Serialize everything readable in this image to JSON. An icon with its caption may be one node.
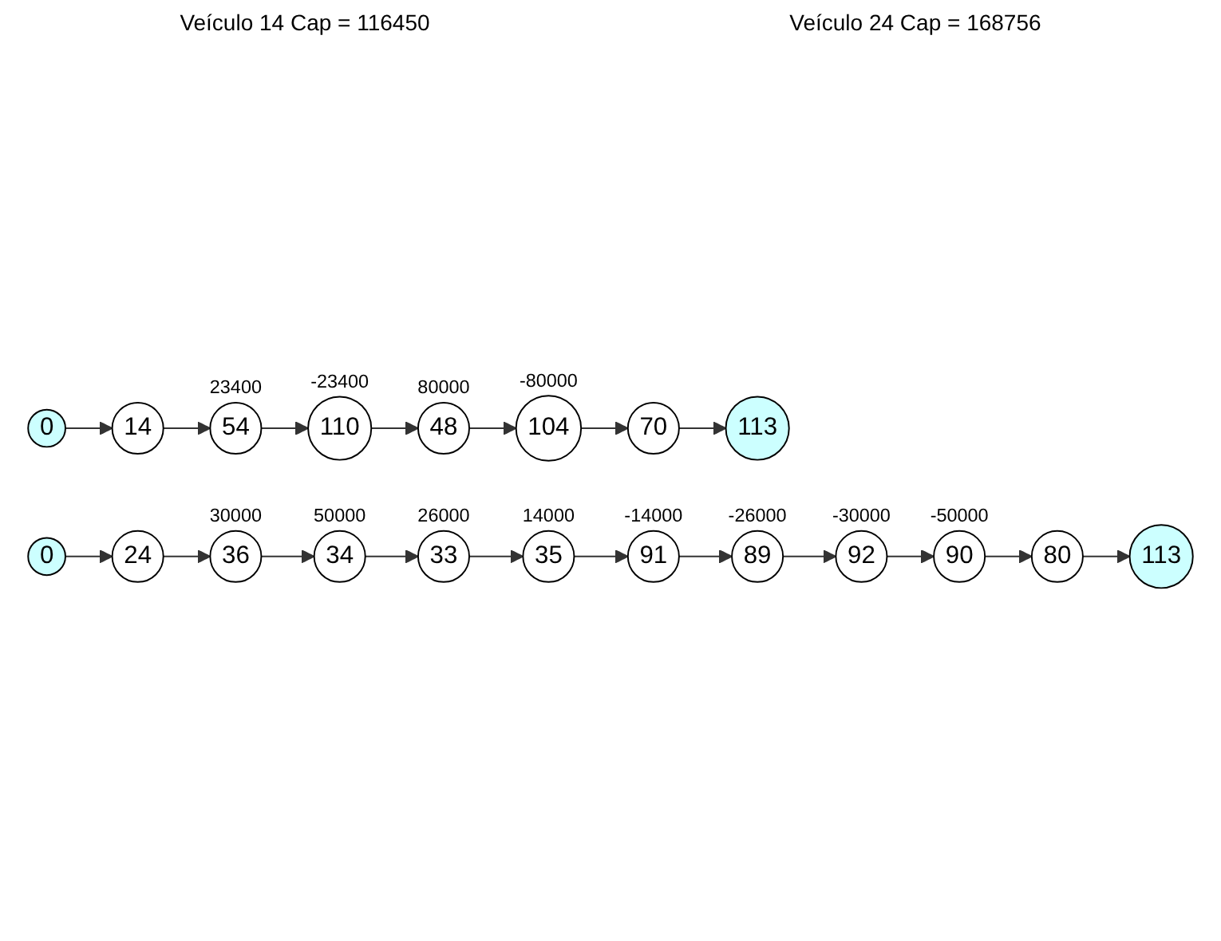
{
  "diagram": {
    "nodes": [
      {
        "text": [
          "0"
        ]
      },
      {
        "text": [
          "14"
        ]
      },
      {
        "text": [
          "54"
        ],
        "beside": [
          "23400"
        ]
      },
      {
        "text": [
          "110"
        ],
        "beside": [
          "-23400"
        ]
      },
      {
        "text": [
          "48"
        ],
        "beside": [
          "80000"
        ]
      },
      {
        "text": [
          "104"
        ],
        "beside": [
          "-80000"
        ]
      },
      {
        "text": [
          "70"
        ]
      },
      {
        "text": [
          "113"
        ]
      },
      {
        "text": [
          "0"
        ]
      },
      {
        "text": [
          "24"
        ]
      },
      {
        "text": [
          "36"
        ],
        "beside": [
          "30000"
        ]
      },
      {
        "text": [
          "34"
        ],
        "beside": [
          "50000"
        ]
      },
      {
        "text": [
          "33"
        ],
        "beside": [
          "26000"
        ]
      },
      {
        "text": [
          "35"
        ],
        "beside": [
          "14000"
        ]
      },
      {
        "text": [
          "91"
        ],
        "beside": [
          "-14000"
        ]
      },
      {
        "text": [
          "89"
        ],
        "beside": [
          "-26000"
        ]
      },
      {
        "text": [
          "92"
        ],
        "beside": [
          "-30000"
        ]
      },
      {
        "text": [
          "90"
        ],
        "beside": [
          "-50000"
        ]
      },
      {
        "text": [
          "80"
        ]
      },
      {
        "text": [
          "113"
        ]
      }
    ],
    "edges": [
      {
        "from": 0,
        "to": 1,
        "arrow": "to"
      },
      {
        "from": 1,
        "to": 2,
        "arrow": "to"
      },
      {
        "from": 2,
        "to": 3,
        "arrow": "to"
      },
      {
        "from": 3,
        "to": 4,
        "arrow": "to"
      },
      {
        "from": 4,
        "to": 5,
        "arrow": "to"
      },
      {
        "from": 5,
        "to": 6,
        "arrow": "to"
      },
      {
        "from": 6,
        "to": 7,
        "arrow": "to"
      },
      {
        "from": 8,
        "to": 9,
        "arrow": "to"
      },
      {
        "from": 9,
        "to": 10,
        "arrow": "to"
      },
      {
        "from": 10,
        "to": 11,
        "arrow": "to"
      },
      {
        "from": 11,
        "to": 12,
        "arrow": "to"
      },
      {
        "from": 12,
        "to": 13,
        "arrow": "to"
      },
      {
        "from": 13,
        "to": 14,
        "arrow": "to"
      },
      {
        "from": 14,
        "to": 15,
        "arrow": "to"
      },
      {
        "from": 15,
        "to": 16,
        "arrow": "to"
      },
      {
        "from": 16,
        "to": 17,
        "arrow": "to"
      },
      {
        "from": 17,
        "to": 18,
        "arrow": "to"
      },
      {
        "from": 18,
        "to": 19,
        "arrow": "to"
      }
    ],
    "labels": [
      "Veículo 14 Cap = 116450",
      "Veículo 24 Cap = 168756"
    ]
  }
}
